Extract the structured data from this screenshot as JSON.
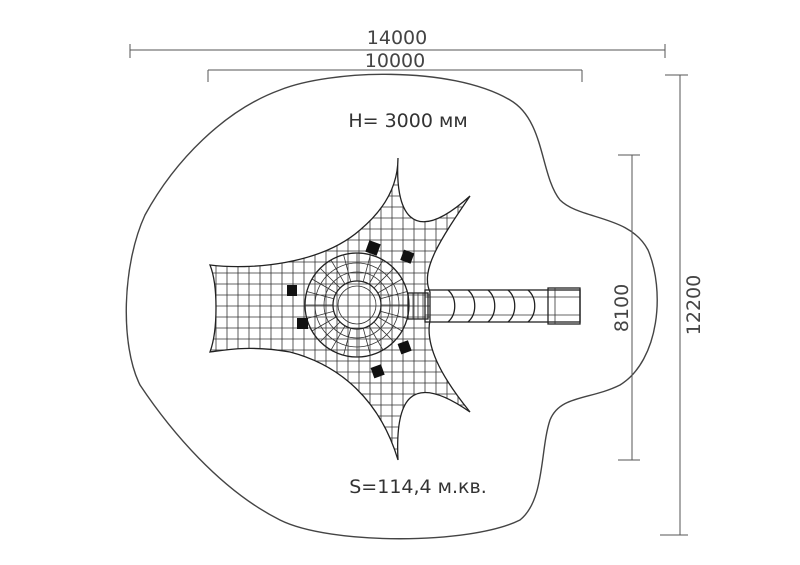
{
  "dimensions": {
    "overall_width": "14000",
    "inner_width": "10000",
    "overall_height": "12200",
    "inner_height": "8100"
  },
  "labels": {
    "height": "H= 3000 мм",
    "area": "S=114,4 м.кв."
  },
  "colors": {
    "line": "#555555",
    "net": "#333333",
    "panel": "#111111"
  }
}
